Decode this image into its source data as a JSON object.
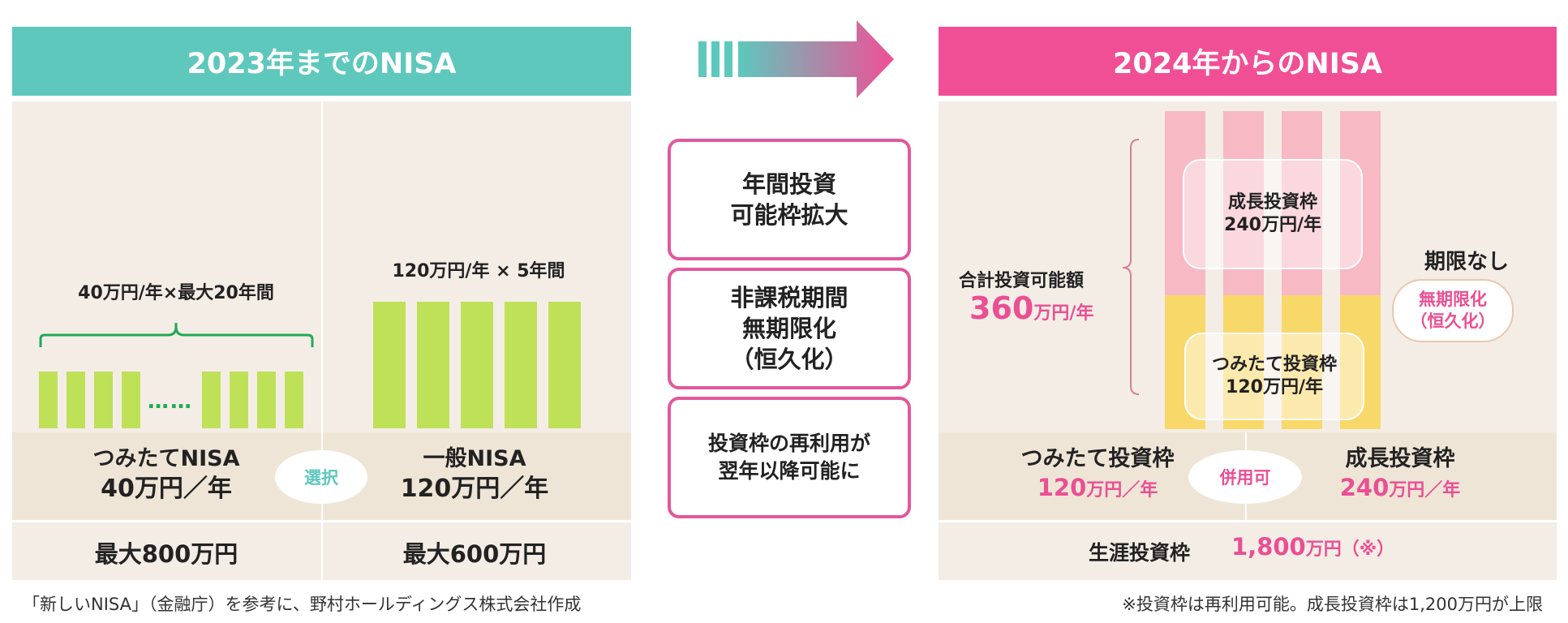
{
  "left": {
    "header": "2023年までのNISA",
    "tsumitate_caption": "40万円/年×最大20年間",
    "ellipsis": "……",
    "ippan_caption": "120万円/年 × 5年間",
    "tsumitate_name": "つみたてNISA",
    "tsumitate_amount": "40万円／年",
    "ippan_name": "一般NISA",
    "ippan_amount": "120万円／年",
    "select_label": "選択",
    "tsumitate_total": "最大800万円",
    "ippan_total": "最大600万円"
  },
  "arrow": {
    "colors": {
      "start": "#5ec8bd",
      "end": "#f04f96"
    }
  },
  "middle": {
    "box1": [
      "年間投資",
      "可能枠拡大"
    ],
    "box2": [
      "非課税期間",
      "無期限化",
      "（恒久化）"
    ],
    "box3": [
      "投資枠の再利用が",
      "翌年以降可能に"
    ]
  },
  "right": {
    "header": "2024年からのNISA",
    "total_caption": "合計投資可能額",
    "total_value": "360",
    "total_unit": "万円/年",
    "growth_frame": [
      "成長投資枠",
      "240万円/年"
    ],
    "tsumitate_frame": [
      "つみたて投資枠",
      "120万円/年"
    ],
    "no_limit": "期限なし",
    "mugen_pill": [
      "無期限化",
      "（恒久化）"
    ],
    "tsumitate_name": "つみたて投資枠",
    "tsumitate_value": "120",
    "tsumitate_unit": "万円／年",
    "heiyou_label": "併用可",
    "growth_name": "成長投資枠",
    "growth_value": "240",
    "growth_unit": "万円／年",
    "lifetime_label": "生涯投資枠",
    "lifetime_value": "1,800",
    "lifetime_unit": "万円（※）"
  },
  "notes": {
    "source": "「新しいNISA」（金融庁）を参考に、野村ホールディングス株式会社作成",
    "footnote": "※投資枠は再利用可能。成長投資枠は1,200万円が上限"
  },
  "colors": {
    "teal": "#5ec8bd",
    "pink": "#f04f96",
    "green_bar": "#bfe158",
    "brace_green": "#1eaa55",
    "growth_pink": "#f7b9c4",
    "tsumitate_yellow": "#f9d86a",
    "beige": "#f4ede6",
    "tan": "#efe5d7"
  }
}
